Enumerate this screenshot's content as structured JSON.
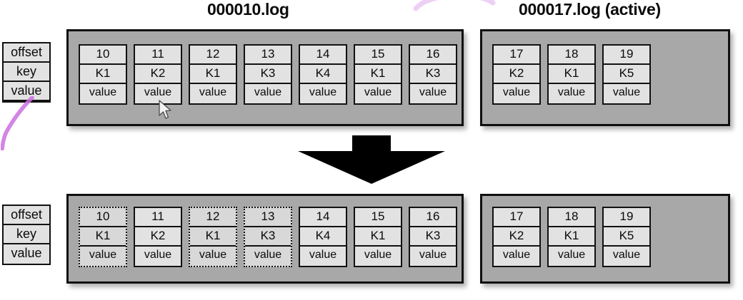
{
  "diagram": {
    "title_before": "000010.log",
    "title_after": "000017.log (active)",
    "legend": {
      "offset_label": "offset",
      "key_label": "key",
      "value_label": "value"
    },
    "colors": {
      "panel_background": "#a8a8a8",
      "record_background": "#e2e2e2",
      "record_border": "#111111",
      "deleted_record_background": "#d8d8d8",
      "annotation": "#cc6fe0",
      "arrow": "#000000",
      "page_background": "#ffffff"
    },
    "arrow_icon_name": "down-arrow-icon",
    "cursor_icon_name": "mouse-pointer-icon",
    "before": {
      "segment_closed": {
        "name": "000010.log",
        "records": [
          {
            "offset": "10",
            "key": "K1",
            "value": "value",
            "deleted": false
          },
          {
            "offset": "11",
            "key": "K2",
            "value": "value",
            "deleted": false
          },
          {
            "offset": "12",
            "key": "K1",
            "value": "value",
            "deleted": false
          },
          {
            "offset": "13",
            "key": "K3",
            "value": "value",
            "deleted": false
          },
          {
            "offset": "14",
            "key": "K4",
            "value": "value",
            "deleted": false
          },
          {
            "offset": "15",
            "key": "K1",
            "value": "value",
            "deleted": false
          },
          {
            "offset": "16",
            "key": "K3",
            "value": "value",
            "deleted": false
          }
        ]
      },
      "segment_active": {
        "name": "000017.log (active)",
        "records": [
          {
            "offset": "17",
            "key": "K2",
            "value": "value",
            "deleted": false
          },
          {
            "offset": "18",
            "key": "K1",
            "value": "value",
            "deleted": false
          },
          {
            "offset": "19",
            "key": "K5",
            "value": "value",
            "deleted": false
          }
        ]
      }
    },
    "after": {
      "segment_closed": {
        "name": "000010.log",
        "records": [
          {
            "offset": "10",
            "key": "K1",
            "value": "value",
            "deleted": true
          },
          {
            "offset": "11",
            "key": "K2",
            "value": "value",
            "deleted": false
          },
          {
            "offset": "12",
            "key": "K1",
            "value": "value",
            "deleted": true
          },
          {
            "offset": "13",
            "key": "K3",
            "value": "value",
            "deleted": true
          },
          {
            "offset": "14",
            "key": "K4",
            "value": "value",
            "deleted": false
          },
          {
            "offset": "15",
            "key": "K1",
            "value": "value",
            "deleted": false
          },
          {
            "offset": "16",
            "key": "K3",
            "value": "value",
            "deleted": false
          }
        ]
      },
      "segment_active": {
        "name": "000017.log (active)",
        "records": [
          {
            "offset": "17",
            "key": "K2",
            "value": "value",
            "deleted": false
          },
          {
            "offset": "18",
            "key": "K1",
            "value": "value",
            "deleted": false
          },
          {
            "offset": "19",
            "key": "K5",
            "value": "value",
            "deleted": false
          }
        ]
      }
    }
  }
}
